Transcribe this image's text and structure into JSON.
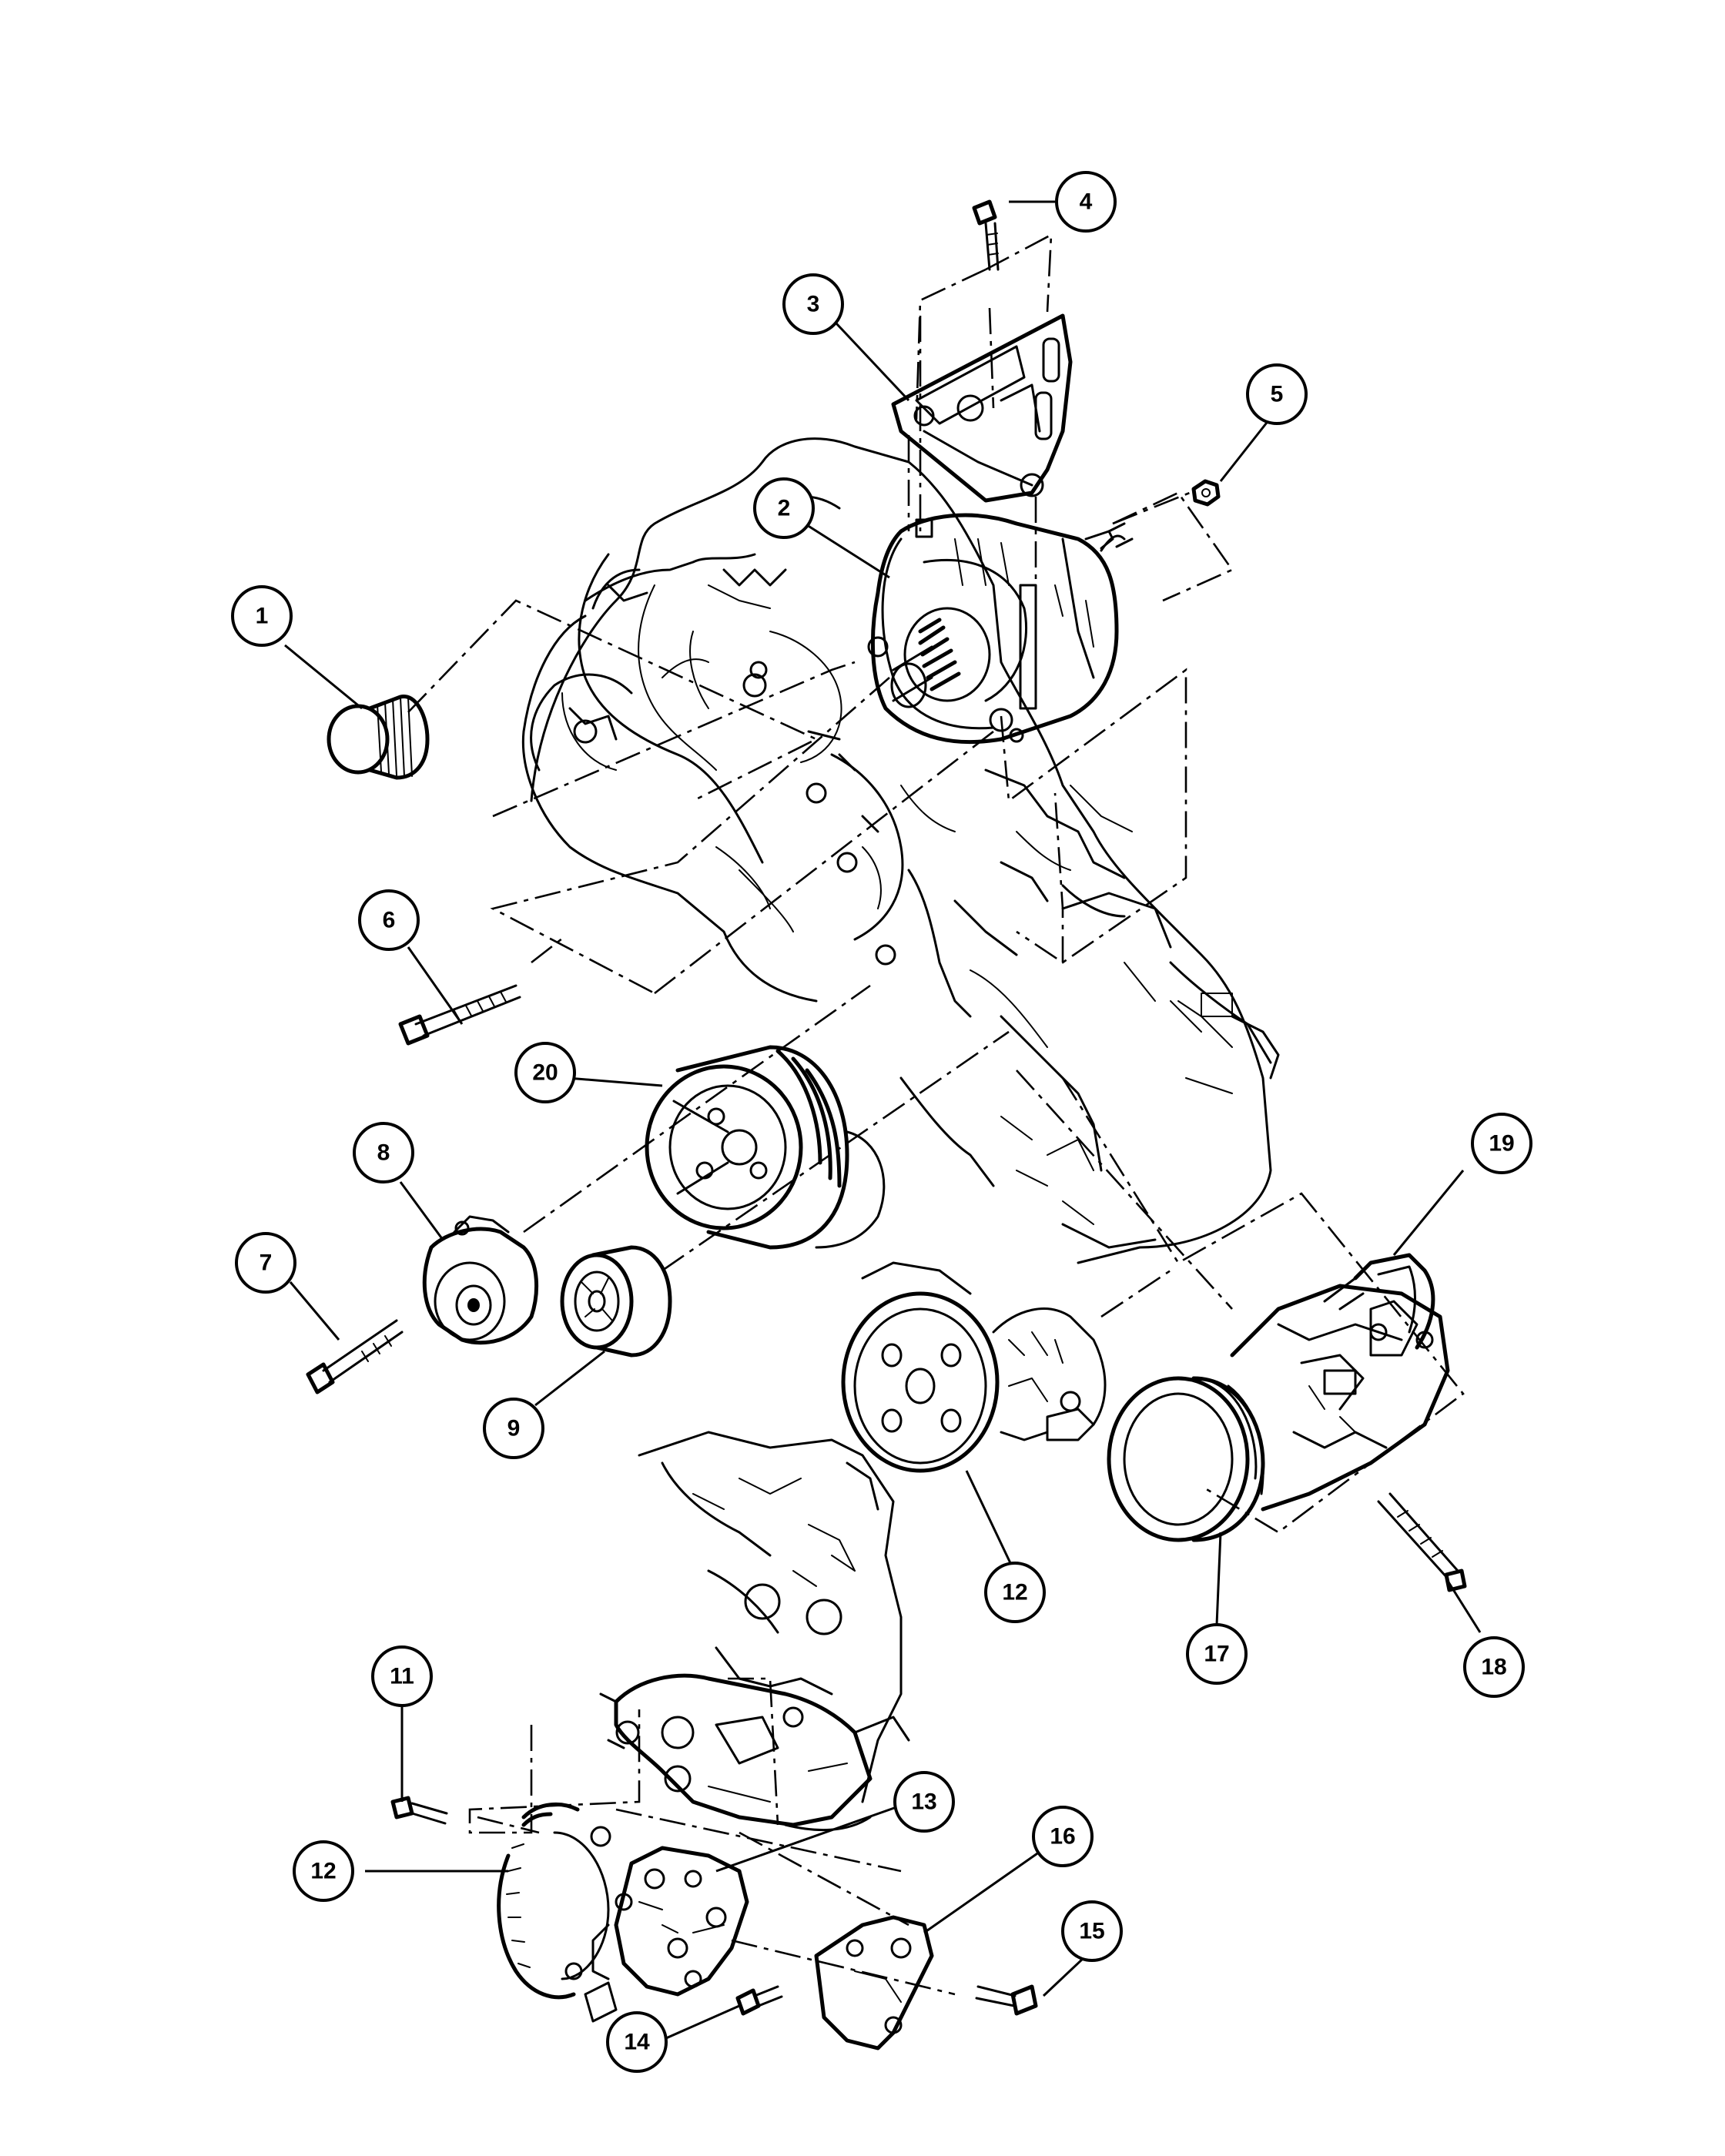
{
  "callouts": [
    {
      "id": "c1",
      "label": "1"
    },
    {
      "id": "c2",
      "label": "2"
    },
    {
      "id": "c3",
      "label": "3"
    },
    {
      "id": "c4",
      "label": "4"
    },
    {
      "id": "c5",
      "label": "5"
    },
    {
      "id": "c6",
      "label": "6"
    },
    {
      "id": "c7",
      "label": "7"
    },
    {
      "id": "c8",
      "label": "8"
    },
    {
      "id": "c9",
      "label": "9"
    },
    {
      "id": "c11",
      "label": "11"
    },
    {
      "id": "c12a",
      "label": "12"
    },
    {
      "id": "c12b",
      "label": "12"
    },
    {
      "id": "c13",
      "label": "13"
    },
    {
      "id": "c14",
      "label": "14"
    },
    {
      "id": "c15",
      "label": "15"
    },
    {
      "id": "c16",
      "label": "16"
    },
    {
      "id": "c17",
      "label": "17"
    },
    {
      "id": "c18",
      "label": "18"
    },
    {
      "id": "c19",
      "label": "19"
    },
    {
      "id": "c20",
      "label": "20"
    }
  ]
}
